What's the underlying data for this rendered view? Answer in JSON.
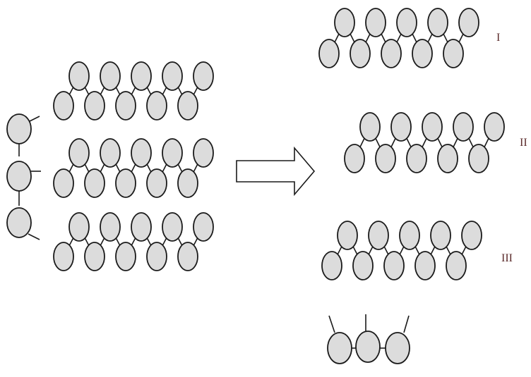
{
  "labels": {
    "product_1": "I",
    "product_2": "II",
    "product_3": "III"
  },
  "colors": {
    "bead_fill": "#dcdcdc",
    "outline": "#1a1a1a",
    "label_color": "#5a2a2a"
  },
  "icons": {
    "arrow": "right-arrow-icon"
  }
}
